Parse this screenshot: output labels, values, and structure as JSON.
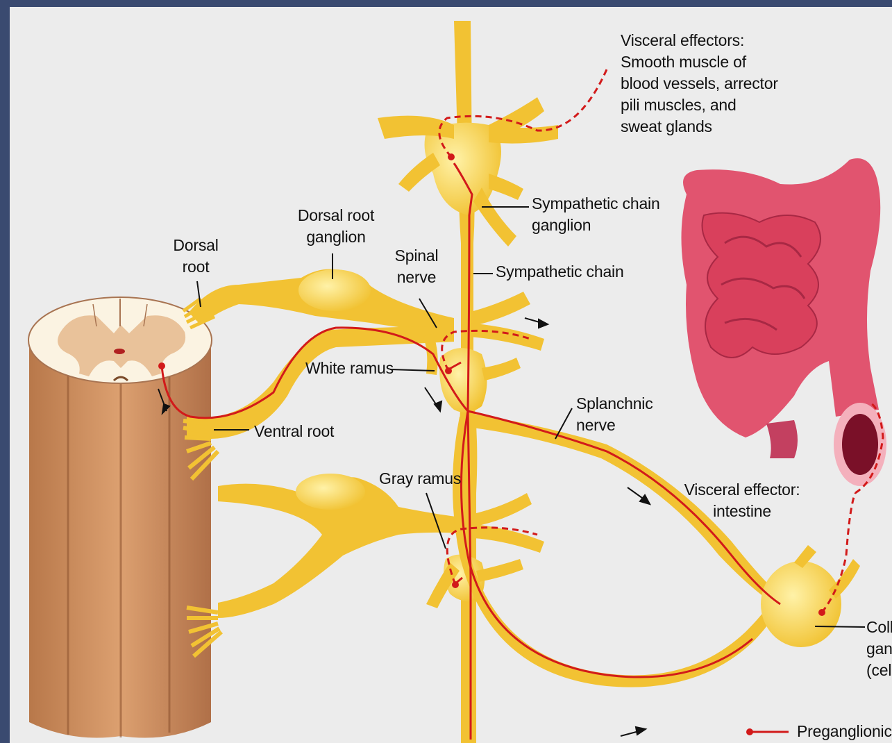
{
  "colors": {
    "frame": "#3a4a70",
    "frame_accent": "#5b7fc0",
    "background": "#ececec",
    "nerve": "#f2c233",
    "nerve_light": "#fae37a",
    "neuron": "#d21a1a",
    "spinal_cord": "#c98a5a",
    "intestine": "#e1546f"
  },
  "labels": {
    "visceral_effectors": "Visceral effectors:\nSmooth muscle of\nblood vessels, arrector\npili muscles, and\nsweat glands",
    "sympathetic_chain_ganglion": "Sympathetic chain\nganglion",
    "sympathetic_chain": "Sympathetic chain",
    "dorsal_root_ganglion": "Dorsal root\nganglion",
    "dorsal_root": "Dorsal\nroot",
    "spinal_nerve": "Spinal\nnerve",
    "white_ramus": "White ramus",
    "ventral_root": "Ventral root",
    "splanchnic_nerve": "Splanchnic\nnerve",
    "gray_ramus": "Gray ramus",
    "visceral_effector_intestine": "Visceral effector:\nintestine",
    "collateral_ganglion_partial": "Coll\ngan\n(cel",
    "legend_preganglionic": "Preganglionic"
  }
}
